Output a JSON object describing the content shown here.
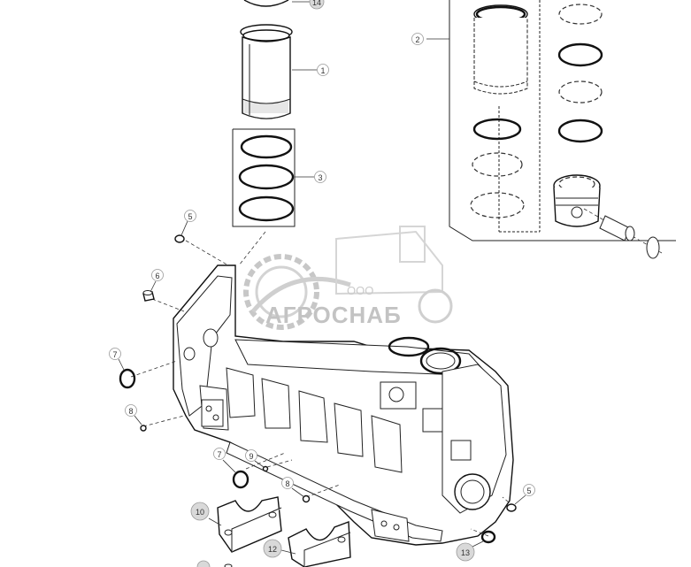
{
  "diagram": {
    "callouts": {
      "c1": "1",
      "c2": "2",
      "c3": "3",
      "c5a": "5",
      "c5b": "5",
      "c6": "6",
      "c7a": "7",
      "c7b": "7",
      "c8a": "8",
      "c8b": "8",
      "c9": "9",
      "c10": "10",
      "c12": "12",
      "c13": "13",
      "c14": "14"
    },
    "watermark": {
      "small": "ООО",
      "brand": "АГРОСНАБ"
    }
  }
}
